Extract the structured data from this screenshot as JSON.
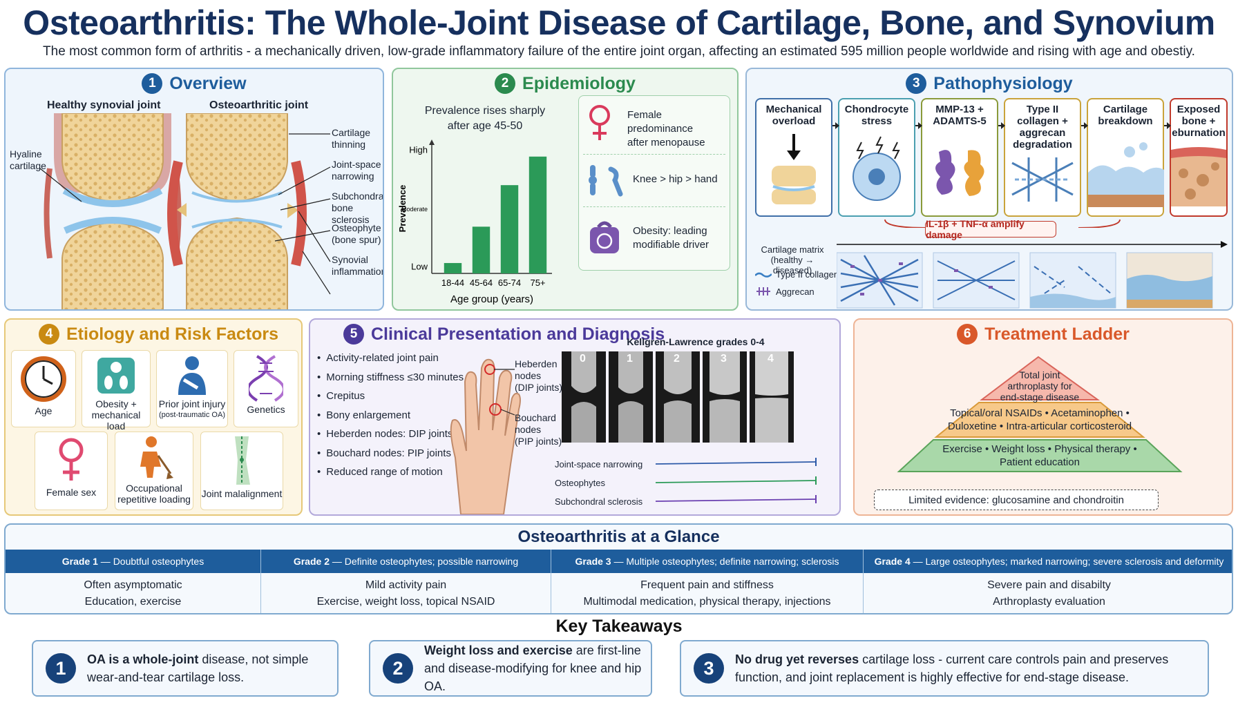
{
  "header": {
    "title": "Osteoarthritis: The Whole-Joint Disease of Cartilage, Bone, and Synovium",
    "subtitle": "The most common form of arthritis - a mechanically driven, low-grade inflammatory failure of the entire joint organ, affecting an estimated 595 million people worldwide and rising with age and obestiy."
  },
  "overview": {
    "number": "1",
    "heading": "Overview",
    "healthy_label": "Healthy synovial joint",
    "oa_label": "Osteoarthritic joint",
    "hyaline_label": [
      "Hyaline",
      "cartilage"
    ],
    "callouts": [
      [
        "Cartilage",
        "thinning"
      ],
      [
        "Joint-space",
        "narrowing"
      ],
      [
        "Subchondral",
        "bone sclerosis"
      ],
      [
        "Osteophyte",
        "(bone spur)"
      ],
      [
        "Synovial",
        "inflammation"
      ]
    ]
  },
  "epidemiology": {
    "number": "2",
    "heading": "Epidemiology",
    "chart_title": [
      "Prevalence rises sharply",
      "after age 45-50"
    ],
    "facts": [
      {
        "icon": "female-symbol-icon",
        "lines": [
          "Female predominance",
          "after menopause"
        ]
      },
      {
        "icon": "joints-icon",
        "lines": [
          "Knee > hip > hand"
        ]
      },
      {
        "icon": "weight-icon",
        "lines": [
          "Obesity: leading",
          "modifiable driver"
        ]
      }
    ]
  },
  "chart_data": {
    "type": "bar",
    "title": "Prevalence rises sharply after age 45-50",
    "xlabel": "Age group (years)",
    "ylabel": "Prevalence",
    "categories": [
      "18-44",
      "45-64",
      "65-74",
      "75+"
    ],
    "values": [
      0.08,
      0.36,
      0.68,
      0.9
    ],
    "y_ticks": [
      {
        "label": "Low",
        "value": 0.05
      },
      {
        "label": "Moderate",
        "value": 0.5
      },
      {
        "label": "High",
        "value": 0.95
      }
    ],
    "ylim": [
      0,
      1
    ],
    "grid": false,
    "colors": {
      "bar": "#2b9a58",
      "axis": "#333333"
    }
  },
  "pathophysiology": {
    "number": "3",
    "heading": "Pathophysiology",
    "steps": [
      {
        "label": [
          "Mechanical",
          "overload"
        ],
        "border": "#3f6fa8"
      },
      {
        "label": [
          "Chondrocyte",
          "stress"
        ],
        "border": "#4a9fb0"
      },
      {
        "label": [
          "MMP-13 +",
          "ADAMTS-5"
        ],
        "border": "#8a9a3a"
      },
      {
        "label": [
          "Type II",
          "collagen +",
          "aggrecan",
          "degradation"
        ],
        "border": "#c9a33a"
      },
      {
        "label": [
          "Cartilage",
          "breakdown"
        ],
        "border": "#c9a33a"
      },
      {
        "label": [
          "Exposed",
          "bone +",
          "eburnation"
        ],
        "border": "#c0392b"
      }
    ],
    "feedback": "IL-1β + TNF-α amplify damage",
    "matrix_label": [
      "Cartilage matrix",
      "(healthy → diseased)"
    ],
    "legend": [
      "Type II collagen",
      "Aggrecan"
    ]
  },
  "etiology": {
    "number": "4",
    "heading": "Etiology and Risk Factors",
    "factors": [
      {
        "icon": "clock-icon",
        "lines": [
          "Age"
        ]
      },
      {
        "icon": "scale-icon",
        "lines": [
          "Obesity +",
          "mechanical load"
        ]
      },
      {
        "icon": "injured-person-icon",
        "lines": [
          "Prior joint injury",
          "(post-traumatic OA)"
        ]
      },
      {
        "icon": "dna-icon",
        "lines": [
          "Genetics"
        ]
      },
      {
        "icon": "female-symbol-icon",
        "lines": [
          "Female sex"
        ]
      },
      {
        "icon": "worker-shovel-icon",
        "lines": [
          "Occupational",
          "repetitive loading"
        ]
      },
      {
        "icon": "leg-alignment-icon",
        "lines": [
          "Joint malalignment"
        ]
      }
    ]
  },
  "clinical": {
    "number": "5",
    "heading": "Clinical Presentation and Diagnosis",
    "symptoms": [
      "Activity-related joint pain",
      "Morning stiffness ≤30 minutes",
      "Crepitus",
      "Bony enlargement",
      "Heberden nodes: DIP joints",
      "Bouchard nodes: PIP joints",
      "Reduced range of motion"
    ],
    "heberden": [
      "Heberden",
      "nodes",
      "(DIP joints)"
    ],
    "bouchard": [
      "Bouchard",
      "nodes",
      "(PIP joints)"
    ],
    "kl_title": "Kellgren-Lawrence grades 0-4",
    "kl_grades": [
      "0",
      "1",
      "2",
      "3",
      "4"
    ],
    "kl_features": [
      "Joint-space narrowing",
      "Osteophytes",
      "Subchondral sclerosis"
    ]
  },
  "treatment": {
    "number": "6",
    "heading": "Treatment Ladder",
    "tiers": [
      {
        "lines": [
          "Total joint",
          "arthroplasty for",
          "end-stage disease"
        ],
        "color": "#f6b8ac"
      },
      {
        "lines": [
          "Topical/oral NSAIDs • Acetaminophen •",
          "Duloxetine • Intra-articular corticosteroid"
        ],
        "color": "#f7c98a"
      },
      {
        "lines": [
          "Exercise • Weight loss • Physical therapy •",
          "Patient education"
        ],
        "color": "#a9d8a9"
      }
    ],
    "note": "Limited evidence: glucosamine and chondroitin"
  },
  "glance": {
    "heading": "Osteoarthritis at a Glance",
    "columns": [
      {
        "grade": "Grade 1",
        "desc": "Doubtful osteophytes",
        "rows": [
          "Often asymptomatic",
          "Education, exercise"
        ]
      },
      {
        "grade": "Grade 2",
        "desc": "Definite osteophytes; possible narrowing",
        "rows": [
          "Mild activity pain",
          "Exercise, weight loss, topical NSAID"
        ]
      },
      {
        "grade": "Grade 3",
        "desc": "Multiple osteophytes; definite narrowing; sclerosis",
        "rows": [
          "Frequent pain and stiffness",
          "Multimodal medication, physical therapy, injections"
        ]
      },
      {
        "grade": "Grade 4",
        "desc": "Large osteophytes; marked narrowing; severe sclerosis and deformity",
        "rows": [
          "Severe pain and disabilty",
          "Arthroplasty evaluation"
        ]
      }
    ]
  },
  "takeaways": {
    "heading": "Key Takeaways",
    "items": [
      {
        "number": "1",
        "bold": "OA is a whole-joint",
        "text": "disease, not simple wear-and-tear cartilage loss."
      },
      {
        "number": "2",
        "bold": "Weight loss and exercise",
        "text": "are first-line and disease-modifying for knee and hip OA."
      },
      {
        "number": "3",
        "bold": "No drug yet reverses",
        "text": "cartilage loss - current care controls pain and preserves function, and joint replacement is highly effective for end-stage disease."
      }
    ]
  },
  "colors": {
    "title": "#16305e",
    "overview": "#1e5d9c",
    "epidemiology": "#2b8a4e",
    "pathophysiology": "#1e5d9c",
    "etiology": "#c98a12",
    "clinical": "#4b3a9a",
    "treatment": "#d9582a"
  }
}
